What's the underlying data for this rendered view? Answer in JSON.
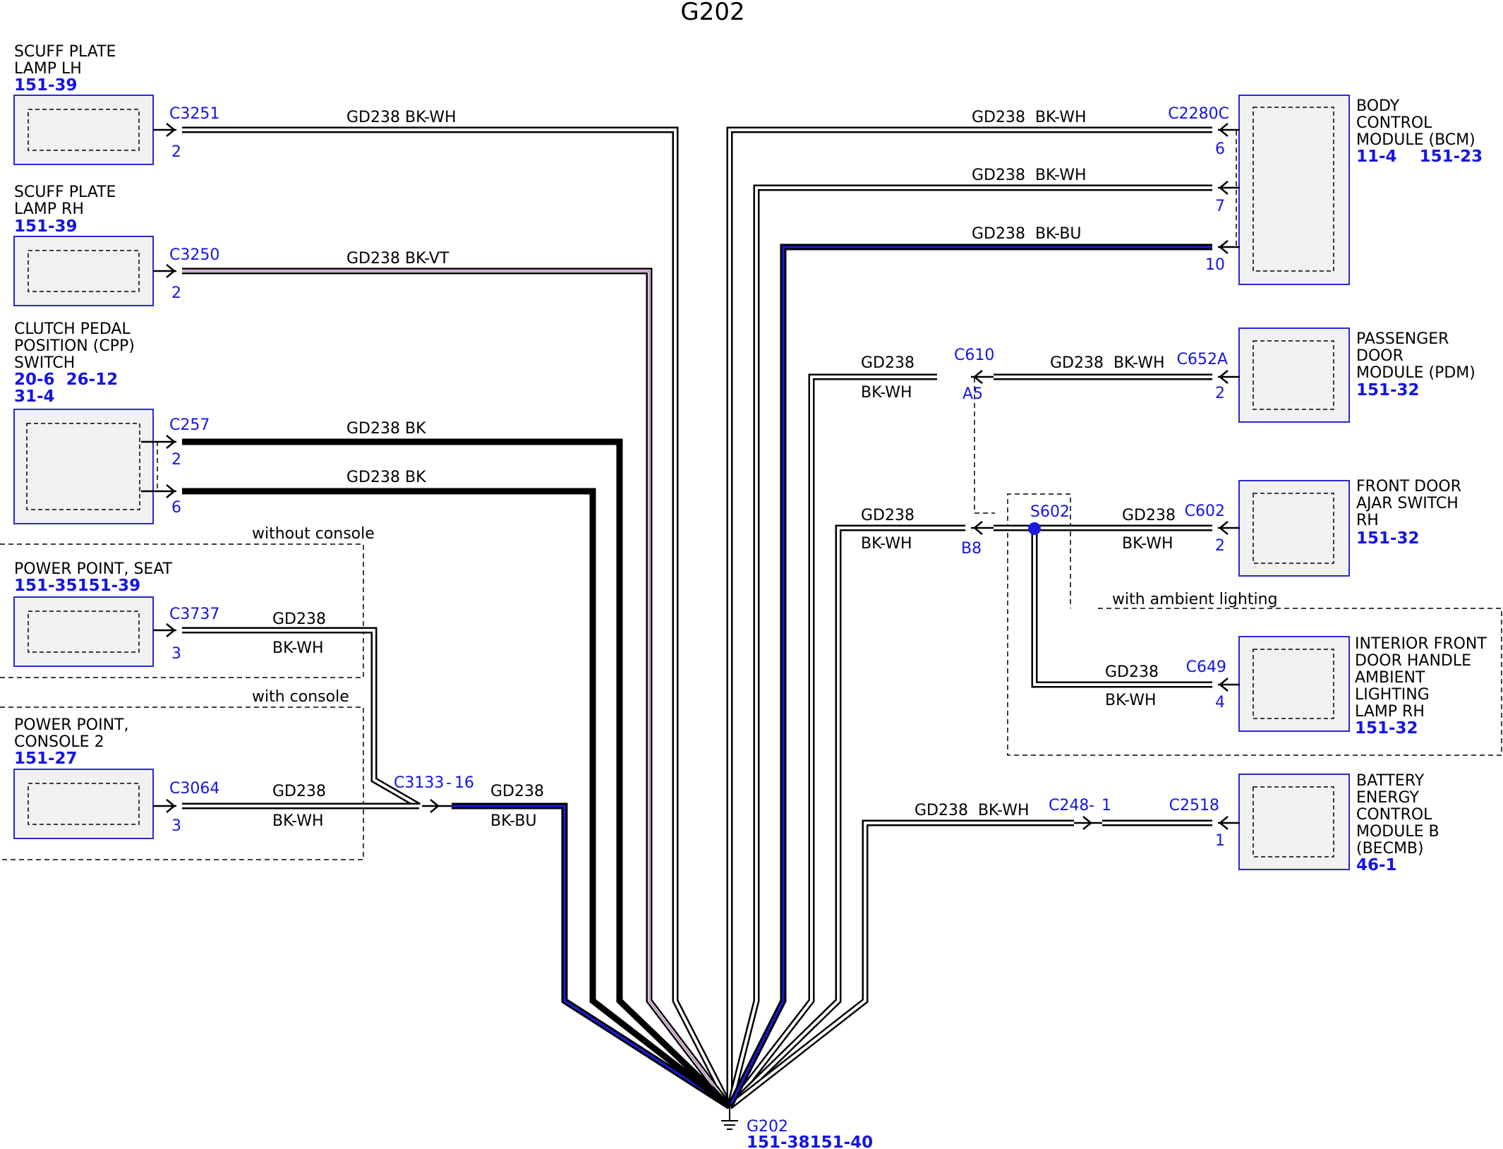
{
  "title": "G202",
  "colors": {
    "wire_fill": "#ffffff",
    "wire_edge": "#000000",
    "tracer_bu": "#1a1ae0",
    "tracer_vt": "#b060b0",
    "link": "#1414e6",
    "component_fill": "#f1f1f1",
    "component_border": "#2a2ad0"
  },
  "components": {
    "scuff_lh": {
      "lines": [
        "SCUFF PLATE",
        "LAMP LH"
      ],
      "refs": [
        "151-39"
      ]
    },
    "scuff_rh": {
      "lines": [
        "SCUFF PLATE",
        "LAMP RH"
      ],
      "refs": [
        "151-39"
      ]
    },
    "cpp": {
      "lines": [
        "CLUTCH PEDAL",
        "POSITION (CPP)",
        "SWITCH"
      ],
      "refs": [
        "20-6  26-12",
        "31-4"
      ]
    },
    "pp_seat": {
      "lines": [
        "POWER POINT, SEAT"
      ],
      "refs": [
        "151-35151-39"
      ]
    },
    "pp_console": {
      "lines": [
        "POWER POINT,",
        "CONSOLE 2"
      ],
      "refs": [
        "151-27"
      ]
    },
    "bcm": {
      "lines": [
        "BODY",
        "CONTROL",
        "MODULE (BCM)"
      ],
      "refs": [
        "11-4    151-23"
      ]
    },
    "pdm": {
      "lines": [
        "PASSENGER",
        "DOOR",
        "MODULE (PDM)"
      ],
      "refs": [
        "151-32"
      ]
    },
    "fdas": {
      "lines": [
        "FRONT DOOR",
        "AJAR SWITCH",
        "RH"
      ],
      "refs": [
        "151-32"
      ]
    },
    "ifdh": {
      "lines": [
        "INTERIOR FRONT",
        "DOOR HANDLE",
        "AMBIENT",
        "LIGHTING",
        "LAMP RH"
      ],
      "refs": [
        "151-32"
      ]
    },
    "becmb": {
      "lines": [
        "BATTERY",
        "ENERGY",
        "CONTROL",
        "MODULE B",
        "(BECMB)"
      ],
      "refs": [
        "46-1"
      ]
    }
  },
  "connectors": {
    "c3251": {
      "name": "C3251",
      "pin": "2"
    },
    "c3250": {
      "name": "C3250",
      "pin": "2"
    },
    "c257": {
      "name": "C257",
      "pin_a": "2",
      "pin_b": "6"
    },
    "c3737": {
      "name": "C3737",
      "pin": "3"
    },
    "c3064": {
      "name": "C3064",
      "pin": "3"
    },
    "c3133": {
      "name": "C3133",
      "sep": "-",
      "pin": "16"
    },
    "c2280c": {
      "name": "C2280C",
      "pins": [
        "6",
        "7",
        "10"
      ]
    },
    "c610": {
      "name": "C610",
      "pin_a": "A5",
      "pin_b": "B8"
    },
    "c652a": {
      "name": "C652A",
      "pin": "2"
    },
    "c602": {
      "name": "C602",
      "pin": "2"
    },
    "s602": {
      "name": "S602"
    },
    "c649": {
      "name": "C649",
      "pin": "4"
    },
    "c248": {
      "name": "C248",
      "sep": "-",
      "pin": "1"
    },
    "c2518": {
      "name": "C2518",
      "pin": "1"
    }
  },
  "wires": {
    "w1": "GD238 BK-WH",
    "w2": "GD238 BK-VT",
    "w3": "GD238 BK",
    "w4": "GD238 BK",
    "w5_a": "GD238",
    "w5_b": "BK-WH",
    "w6_a": "GD238",
    "w6_b": "BK-WH",
    "w7_a": "GD238",
    "w7_b": "BK-BU",
    "w8": "GD238  BK-WH",
    "w9": "GD238  BK-WH",
    "w10": "GD238  BK-BU",
    "w11_a": "GD238",
    "w11_b": "BK-WH",
    "w12": "GD238  BK-WH",
    "w13_a": "GD238",
    "w13_b": "BK-WH",
    "w14_a": "GD238",
    "w14_b": "BK-WH",
    "w15_a": "GD238",
    "w15_b": "BK-WH",
    "w16": "GD238  BK-WH"
  },
  "conditions": {
    "without_console": "without console",
    "with_console": "with console",
    "ambient": "with ambient lighting"
  },
  "ground": {
    "name": "G202",
    "refs": "151-38151-40"
  }
}
